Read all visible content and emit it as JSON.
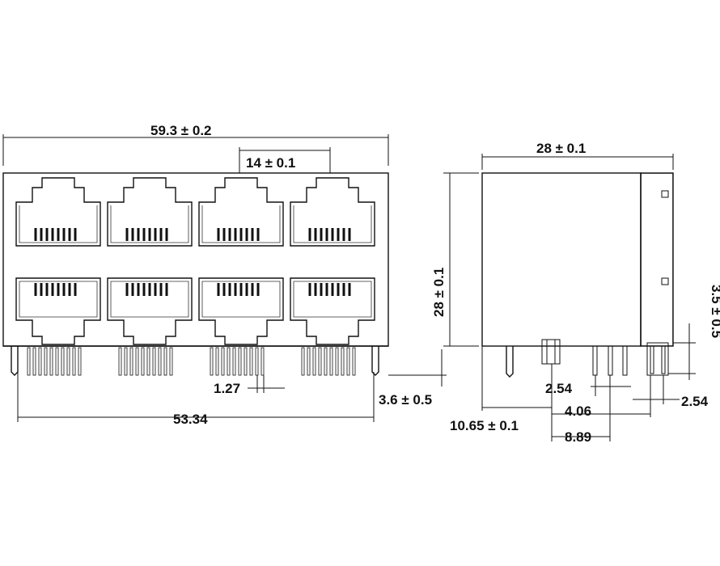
{
  "dimensions": {
    "overall_width": "59.3 ± 0.2",
    "port_pitch": "14 ± 0.1",
    "pin_pitch": "1.27",
    "peg_span": "53.34",
    "pin_length": "3.6 ± 0.5",
    "side_width": "28 ± 0.1",
    "height": "28 ± 0.1",
    "side_height": "3.5 ± 0.5",
    "offset_front": "10.65 ± 0.1",
    "pitch_a": "2.54",
    "pitch_b": "4.06",
    "pitch_c": "8.89",
    "pitch_d": "2.54"
  },
  "colors": {
    "line": "#111111",
    "hatch": "#444444",
    "background": "#ffffff"
  },
  "layout": {
    "front_ports_columns": 4,
    "front_ports_rows": 2
  }
}
